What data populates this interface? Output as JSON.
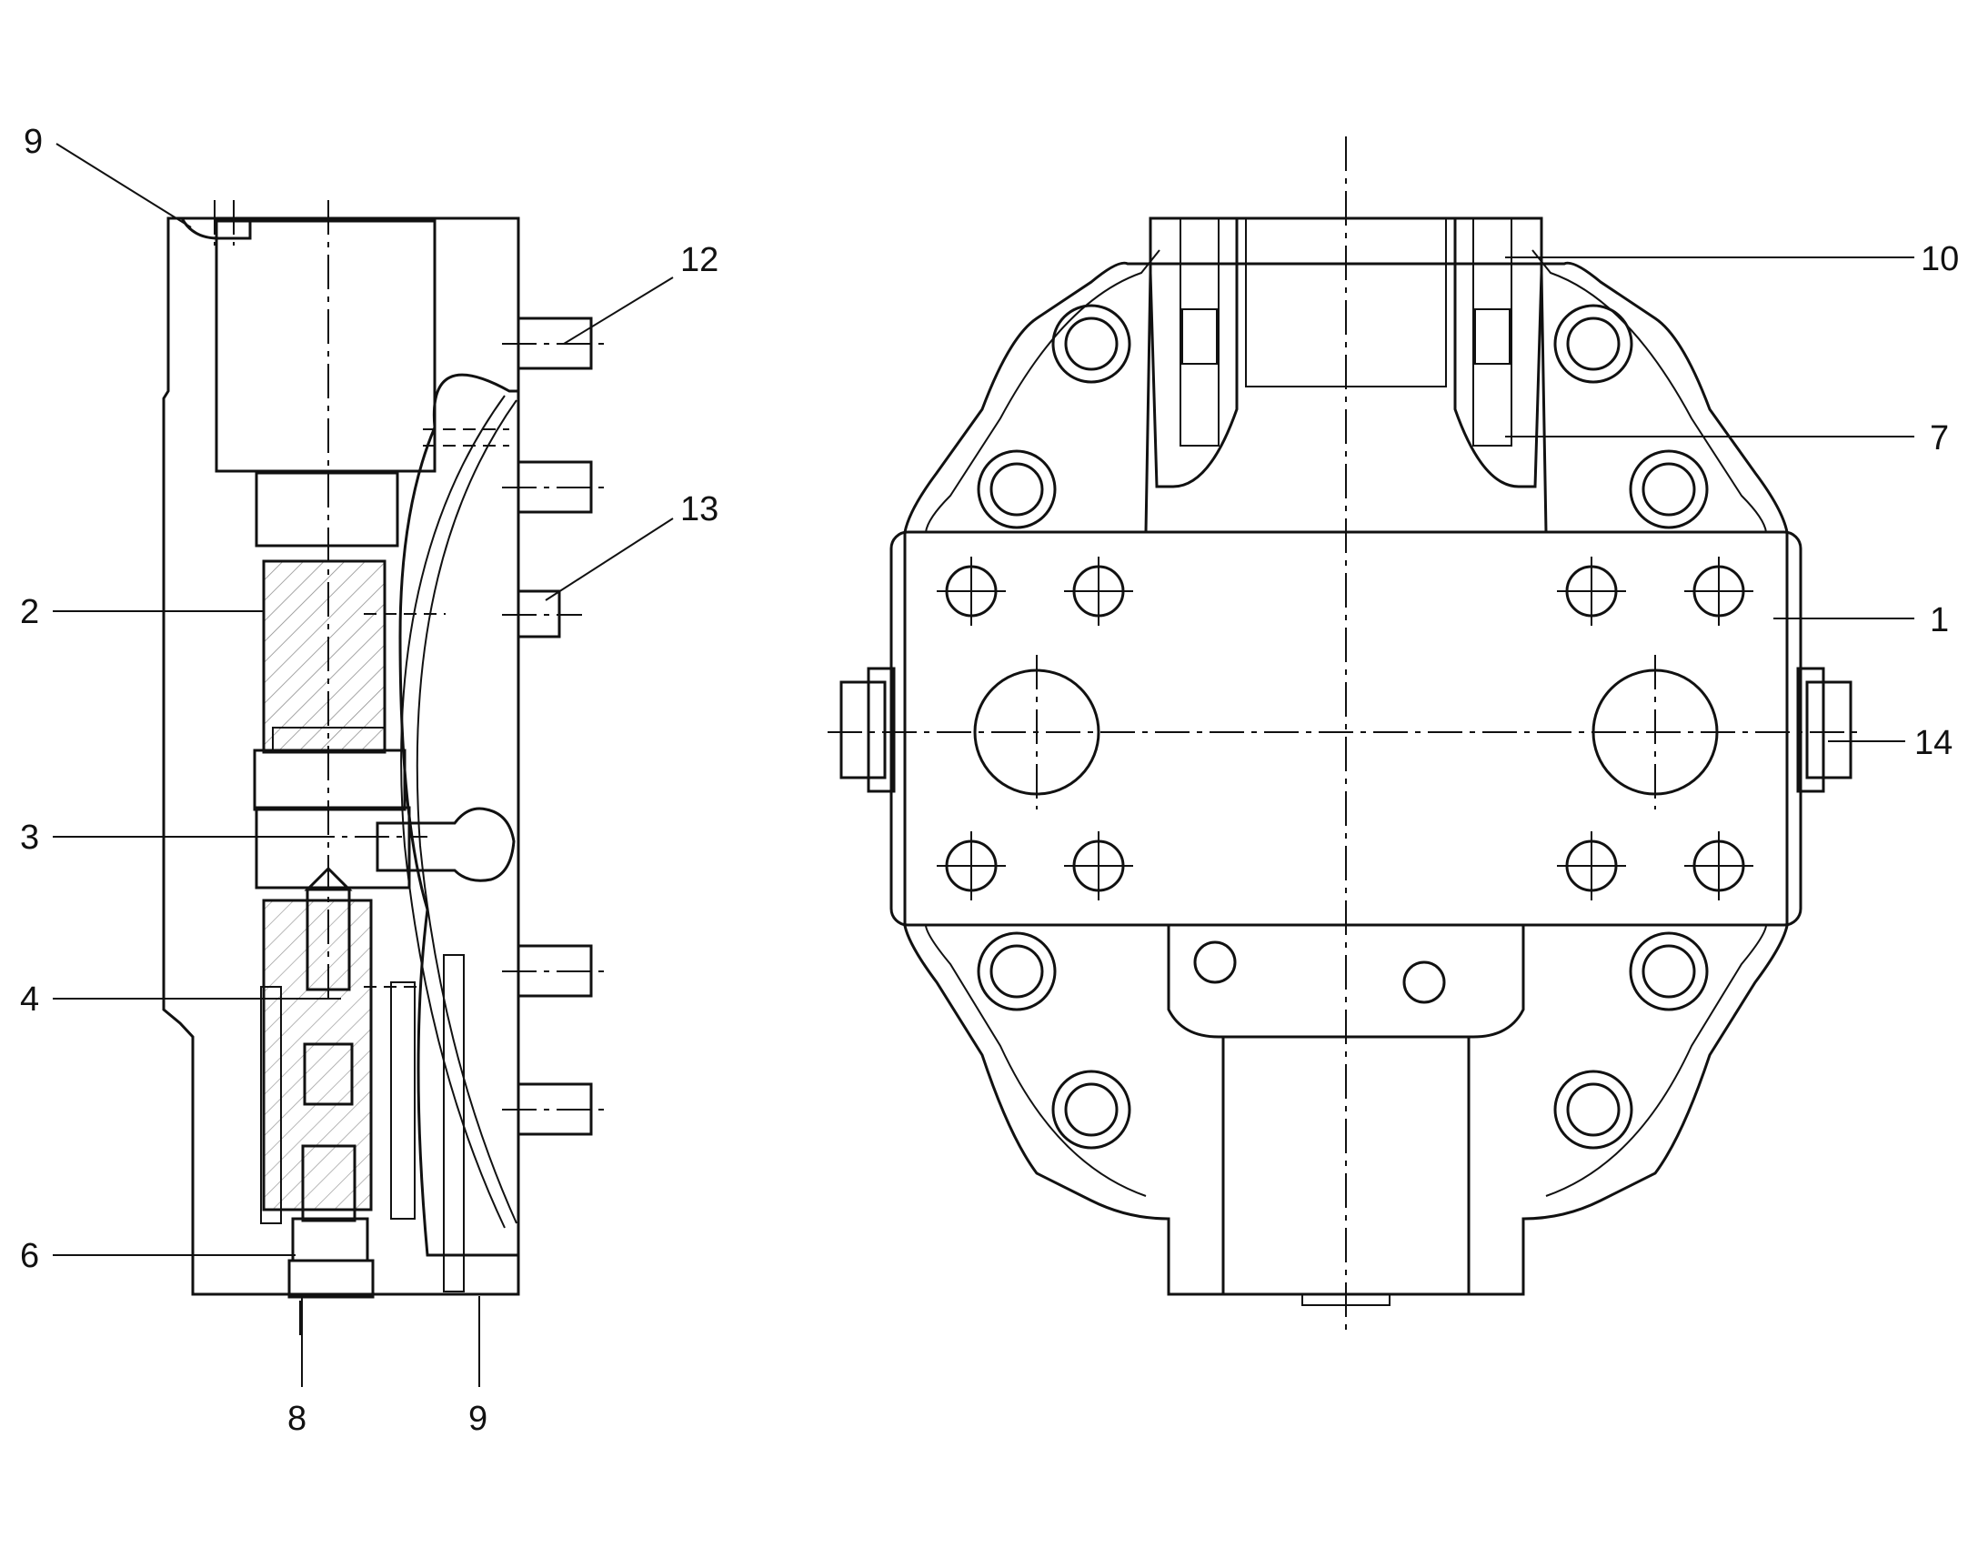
{
  "callouts": {
    "c9_top": "9",
    "c12": "12",
    "c13": "13",
    "c2": "2",
    "c3": "3",
    "c4": "4",
    "c6": "6",
    "c8": "8",
    "c9_bottom": "9",
    "c10": "10",
    "c7": "7",
    "c1": "1",
    "c14": "14"
  },
  "colors": {
    "line": "#111111",
    "background": "#ffffff"
  }
}
